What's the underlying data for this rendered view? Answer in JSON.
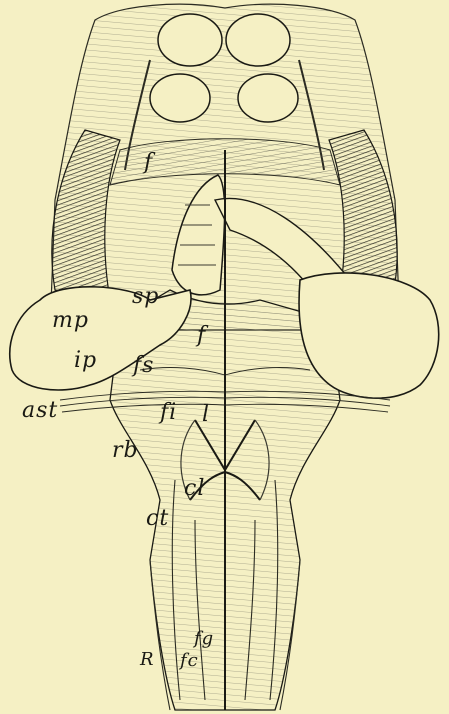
{
  "figure": {
    "colors": {
      "paper": "#f5f0c4",
      "ink": "#1a1a14",
      "shade": "#3a3a30"
    },
    "labels": {
      "f_top": "f",
      "sp": "sp",
      "mp": "mp",
      "ip": "ip",
      "fs": "fs",
      "f_mid": "f",
      "ast": "ast",
      "fi": "fi",
      "l": "l",
      "rb": "rb",
      "cl": "cl",
      "ct": "ct",
      "fg": "fg",
      "R": "R",
      "fc": "fc"
    }
  }
}
